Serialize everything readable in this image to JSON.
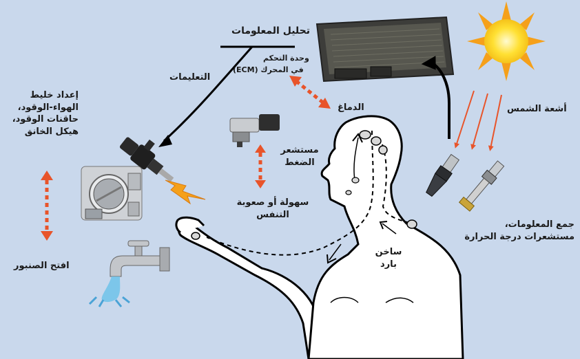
{
  "labels": {
    "info_analysis": "تحليل المعلومات",
    "ecm_line1": "وحدة التحكم",
    "ecm_line2": "في المحرك (ECM)",
    "instructions": "التعليمات",
    "brain": "الدماغ",
    "sun_rays": "أشعة الشمس",
    "pressure_line1": "مستشعر",
    "pressure_line2": "الضغط",
    "breathing_line1": "سهولة أو صعوبة",
    "breathing_line2": "التنفس",
    "mixture_line1": "إعداد خليط",
    "mixture_line2": "الهواء-الوقود،",
    "mixture_line3": "حاقنات الوقود،",
    "mixture_line4": "هيكل الخانق",
    "open_tap": "افتح الصنبور",
    "hot": "ساخن",
    "cold": "بارد",
    "collect_line1": "جمع المعلومات،",
    "collect_line2": "مستشعرات درجة الحرارة"
  },
  "colors": {
    "background": "#c9d8ec",
    "arrow_black": "#000000",
    "arrow_orange": "#e8542a",
    "sun_yellow": "#ffe033",
    "sun_orange": "#f5a01a"
  },
  "icons": [
    "ecm-unit-icon",
    "sun-icon",
    "fuel-injector-icon",
    "spark-icon",
    "throttle-body-icon",
    "pressure-sensor-icon",
    "temperature-sensor-icon",
    "water-tap-icon",
    "human-figure-icon"
  ]
}
